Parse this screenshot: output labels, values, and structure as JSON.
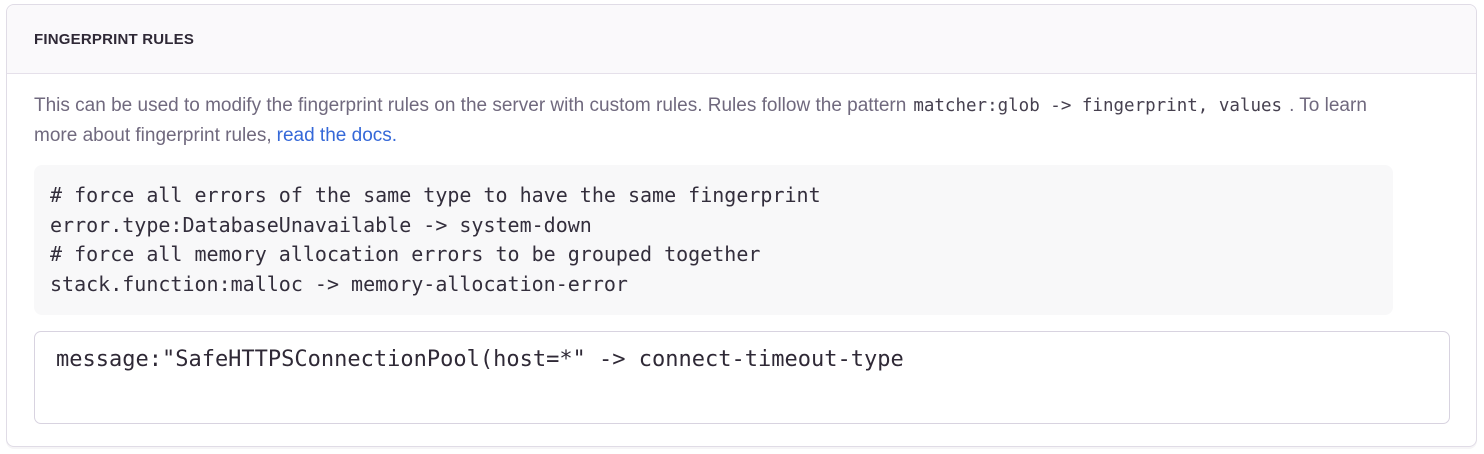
{
  "panel": {
    "header": {
      "title": "FINGERPRINT RULES"
    },
    "description": {
      "text_before": "This can be used to modify the fingerprint rules on the server with custom rules. Rules follow the pattern",
      "pattern_code": "matcher:glob -> fingerprint, values",
      "text_after": ". To learn more about fingerprint rules,",
      "link_text": "read the docs."
    },
    "example_code": "# force all errors of the same type to have the same fingerprint\nerror.type:DatabaseUnavailable -> system-down\n# force all memory allocation errors to be grouped together\nstack.function:malloc -> memory-allocation-error",
    "rules_input": {
      "value": "message:\"SafeHTTPSConnectionPool(host=*\" -> connect-timeout-type"
    },
    "colors": {
      "link": "#3568d8",
      "header_text": "#2f2936",
      "body_text": "#70697e",
      "code_block_bg": "#f8f8f9",
      "panel_border": "#e0dce6",
      "input_border": "#d8d3e0"
    }
  }
}
